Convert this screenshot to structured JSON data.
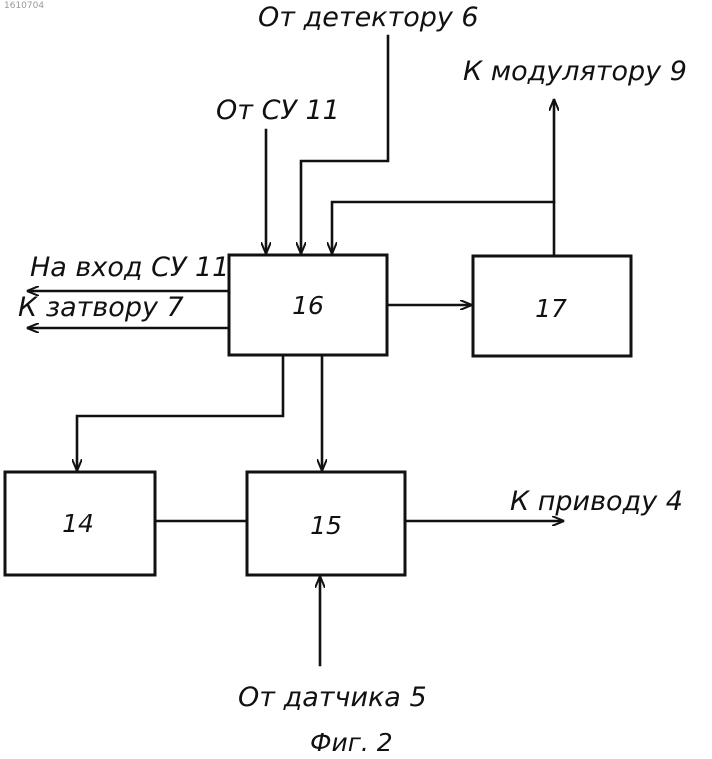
{
  "doc_id": "1610704",
  "blocks": {
    "b14": "14",
    "b15": "15",
    "b16": "16",
    "b17": "17"
  },
  "labels": {
    "from_detector": "От детектору 6",
    "to_modulator": "К модулятору 9",
    "from_su": "От СУ 11",
    "to_su_input": "На вход СУ 11",
    "to_shutter": "К затвору 7",
    "to_drive": "К приводу 4",
    "from_sensor": "От датчика 5"
  },
  "caption": "Фиг. 2",
  "colors": {
    "ink": "#111111",
    "paper": "#ffffff"
  }
}
